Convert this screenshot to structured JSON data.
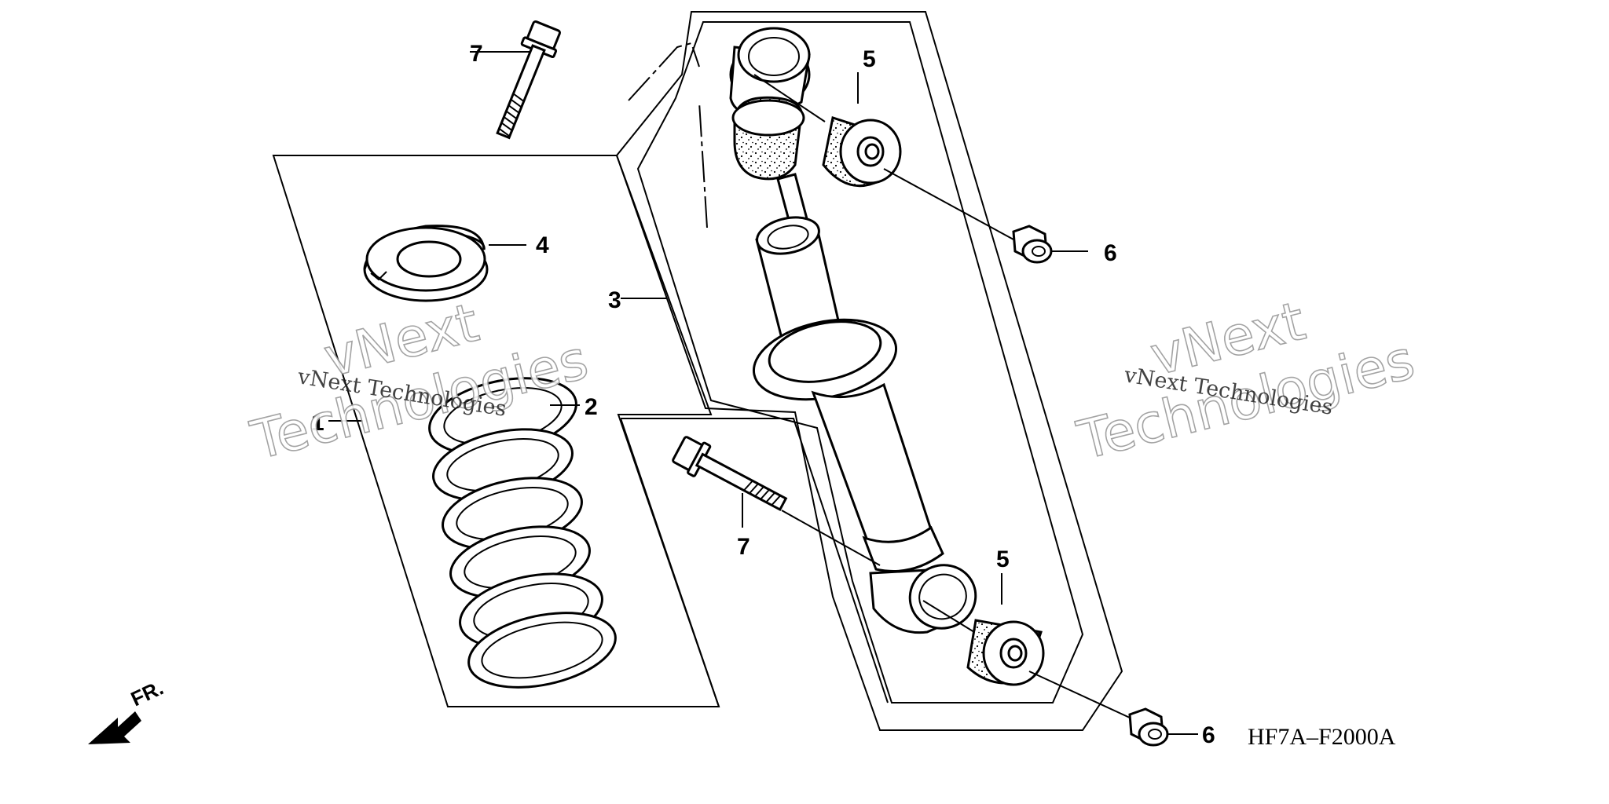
{
  "callouts": {
    "c1": "1",
    "c2": "2",
    "c3": "3",
    "c4": "4",
    "c5a": "5",
    "c5b": "5",
    "c6a": "6",
    "c6b": "6",
    "c7a": "7",
    "c7b": "7"
  },
  "diagram_code": "HF7A–F2000A",
  "direction_label": "FR.",
  "watermarks": {
    "left_small": "vNext Technologies",
    "left_big_line1": "vNext",
    "left_big_line2": "Technologies",
    "right_small": "vNext Technologies",
    "right_big_line1": "vNext",
    "right_big_line2": "Technologies"
  }
}
